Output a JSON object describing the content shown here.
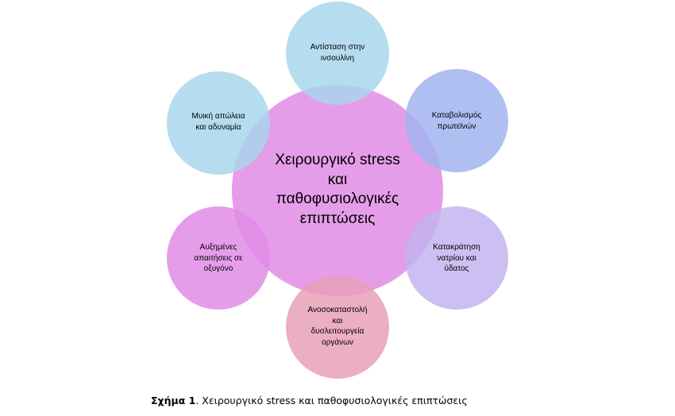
{
  "diagram": {
    "center": {
      "lines": [
        "Χειρουργικό stress",
        "και",
        "παθοφυσιολογικές",
        "επιπτώσεις"
      ],
      "color": "#E08CE6"
    },
    "nodes": [
      {
        "id": "top",
        "lines": [
          "Αντίσταση στην",
          "ινσουλίνη"
        ],
        "color": "#A9D6EC"
      },
      {
        "id": "upper-right",
        "lines": [
          "Καταβολισμός",
          "πρωτεϊνών"
        ],
        "color": "#A2B4F0"
      },
      {
        "id": "lower-right",
        "lines": [
          "Κατακράτηση",
          "νατρίου και",
          "ύδατος"
        ],
        "color": "#C3B4EE"
      },
      {
        "id": "bottom",
        "lines": [
          "Ανοσοκαταστολή",
          "και",
          "δυσλειτουργεία",
          "οργάνων"
        ],
        "color": "#E8A0B8"
      },
      {
        "id": "lower-left",
        "lines": [
          "Αυξημένες",
          "απαιτήσεις σε",
          "οξυγόνο"
        ],
        "color": "#E08CE6"
      },
      {
        "id": "upper-left",
        "lines": [
          "Μυική απώλεια",
          "και αδυναμία"
        ],
        "color": "#A9D6EC"
      }
    ]
  },
  "caption": {
    "label": "Σχήμα 1",
    "text": ". Χειρουργικό stress και παθοφυσιολογικές επιπτώσεις"
  }
}
